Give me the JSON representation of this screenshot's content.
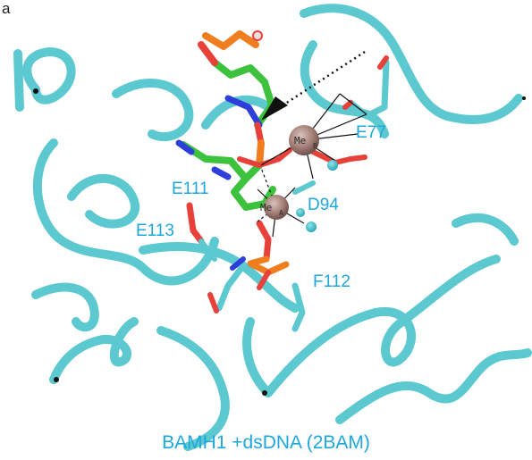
{
  "panel_letter": "a",
  "caption": "BAMH1 +dsDNA (2BAM)",
  "labels": {
    "e77": "E77",
    "e111": "E111",
    "d94": "D94",
    "e113": "E113",
    "f112": "F112"
  },
  "metals": {
    "a": {
      "base": "Me",
      "sub": "A"
    },
    "b": {
      "base": "Me",
      "sub": "B"
    }
  },
  "colors": {
    "ribbon": "#5cc8cf",
    "carbon_dna": "#3cc23c",
    "oxygen": "#e8413a",
    "nitrogen": "#2d3fd8",
    "phosphorus": "#f07d1e",
    "metal": "#a47f78",
    "water": "#3bbfca",
    "label": "#1ea7dd"
  }
}
